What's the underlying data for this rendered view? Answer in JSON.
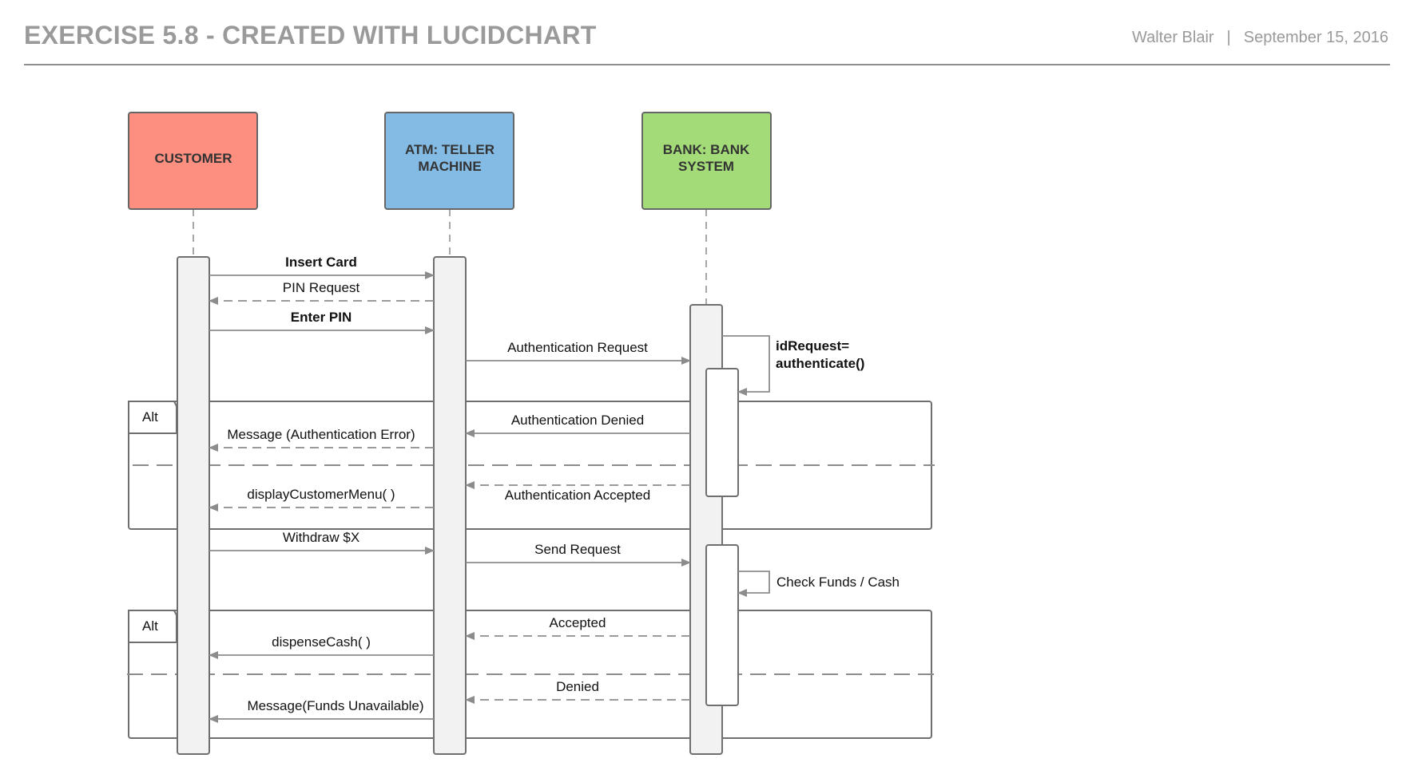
{
  "header": {
    "title": "EXERCISE 5.8 - CREATED WITH LUCIDCHART",
    "author": "Walter Blair",
    "separator": "|",
    "date": "September 15, 2016"
  },
  "colors": {
    "customer": "#fd8f80",
    "atm": "#84bbe4",
    "bank": "#a3db78",
    "activation": "#f2f2f2",
    "line": "#8c8c8c",
    "frame": "#6f6f6f"
  },
  "lifelines": {
    "customer": {
      "line1": "CUSTOMER",
      "line2": ""
    },
    "atm": {
      "line1": "ATM: TELLER",
      "line2": "MACHINE"
    },
    "bank": {
      "line1": "BANK: BANK",
      "line2": "SYSTEM"
    }
  },
  "fragments": {
    "alt1": "Alt",
    "alt2": "Alt"
  },
  "messages": {
    "insert_card": "Insert Card",
    "pin_request": "PIN Request",
    "enter_pin": "Enter PIN",
    "auth_request": "Authentication Request",
    "self_call_line1": "idRequest=",
    "self_call_line2": "authenticate()",
    "auth_denied": "Authentication Denied",
    "auth_error_msg": "Message (Authentication Error)",
    "auth_accepted": "Authentication Accepted",
    "display_menu": "displayCustomerMenu( )",
    "withdraw": "Withdraw $X",
    "send_request": "Send Request",
    "check_funds": "Check Funds / Cash",
    "accepted": "Accepted",
    "dispense_cash": "dispenseCash( )",
    "denied": "Denied",
    "funds_unavailable": "Message(Funds Unavailable)"
  }
}
